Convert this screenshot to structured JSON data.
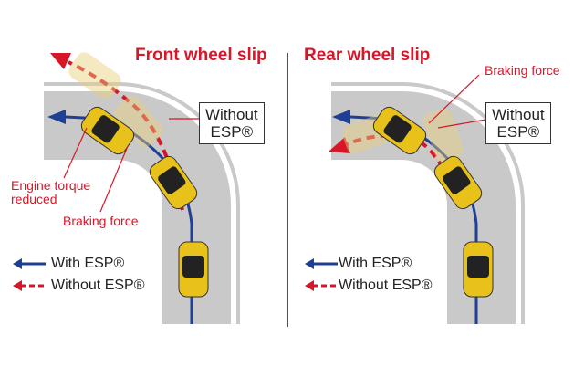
{
  "panels": {
    "front": {
      "title": "Front wheel slip",
      "box": [
        "Without",
        "ESP®"
      ],
      "labels": {
        "engine": [
          "Engine torque",
          "reduced"
        ],
        "braking": "Braking force"
      },
      "legend": {
        "with": "With ESP®",
        "without": "Without ESP®"
      }
    },
    "rear": {
      "title": "Rear wheel slip",
      "box": [
        "Without",
        "ESP®"
      ],
      "labels": {
        "braking": "Braking force"
      },
      "legend": {
        "with": "With ESP®",
        "without": "Without ESP®"
      }
    }
  },
  "colors": {
    "road": "#c8c8c8",
    "blue": "#1f3f95",
    "red": "#d6172a",
    "car": "#e8c21a"
  }
}
